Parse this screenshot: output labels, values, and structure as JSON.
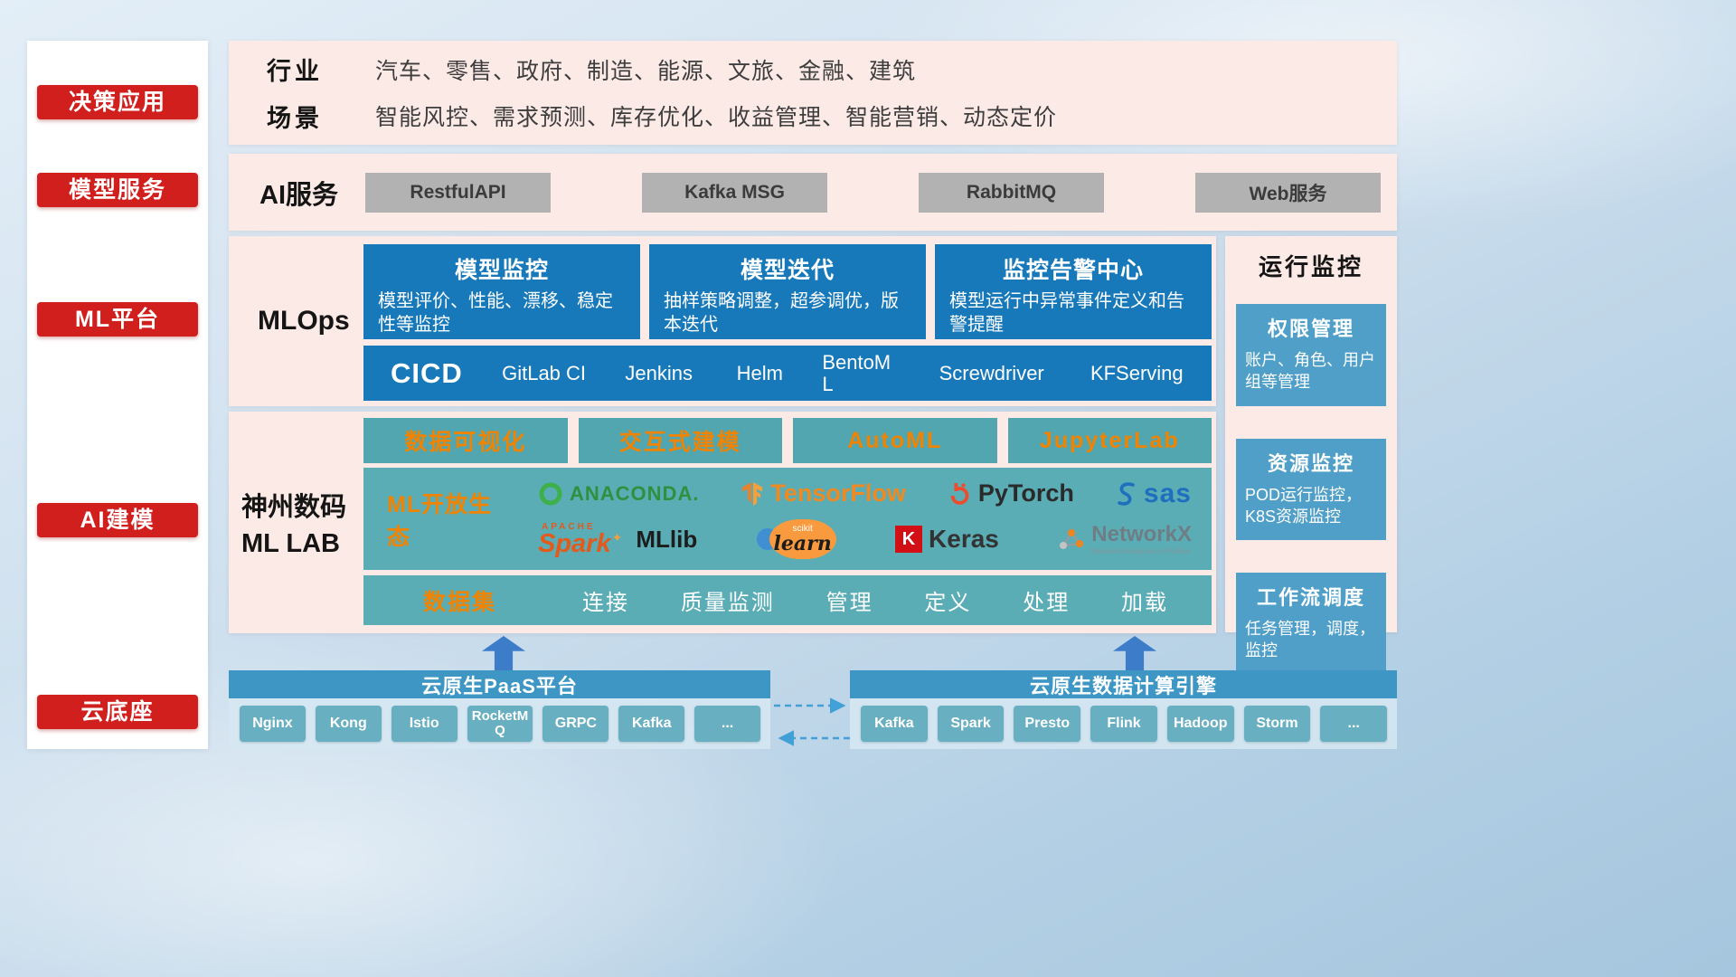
{
  "colors": {
    "accent_red": "#d01f1d",
    "panel_pink": "#fceae6",
    "deep_blue": "#1779b9",
    "teal": "#5aacb5",
    "orange": "#f08300",
    "banner_blue": "#3e96c4"
  },
  "sidebar": {
    "items": [
      {
        "label": "决策应用"
      },
      {
        "label": "模型服务"
      },
      {
        "label": "ML平台"
      },
      {
        "label": "AI建模"
      },
      {
        "label": "云底座"
      }
    ]
  },
  "overview": {
    "industry_label": "行业",
    "industry_text": "汽车、零售、政府、制造、能源、文旅、金融、建筑",
    "scene_label": "场景",
    "scene_text": "智能风控、需求预测、库存优化、收益管理、智能营销、动态定价"
  },
  "ai_service": {
    "label": "AI服务",
    "buttons": [
      "RestfulAPI",
      "Kafka MSG",
      "RabbitMQ",
      "Web服务"
    ]
  },
  "mlops": {
    "label": "MLOps",
    "cards": [
      {
        "title": "模型监控",
        "desc": "模型评价、性能、漂移、稳定性等监控"
      },
      {
        "title": "模型迭代",
        "desc": "抽样策略调整，超参调优，版本迭代"
      },
      {
        "title": "监控告警中心",
        "desc": "模型运行中异常事件定义和告警提醒"
      }
    ],
    "cicd_label": "CICD",
    "cicd_items": [
      "GitLab CI",
      "Jenkins",
      "Helm",
      "BentoML",
      "Screwdriver",
      "KFServing"
    ]
  },
  "monitoring": {
    "title": "运行监控",
    "cards": [
      {
        "title": "权限管理",
        "desc": "账户、角色、用户组等管理"
      },
      {
        "title": "资源监控",
        "desc": "POD运行监控，K8S资源监控"
      },
      {
        "title": "工作流调度",
        "desc": "任务管理，调度，监控"
      }
    ]
  },
  "mllab": {
    "label_line1": "神州数码",
    "label_line2": "ML LAB",
    "tools": [
      "数据可视化",
      "交互式建模",
      "AutoML",
      "JupyterLab"
    ],
    "ecosystem_label": "ML开放生态",
    "logos": {
      "anaconda": "ANACONDA.",
      "tensorflow": "TensorFlow",
      "pytorch": "PyTorch",
      "sas": "sas",
      "spark_small": "APACHE",
      "spark": "Spark",
      "mllib": "MLlib",
      "scikit_small": "scikit",
      "scikit": "learn",
      "keras_k": "K",
      "keras": "Keras",
      "networkx": "NetworkX",
      "networkx_sub": "Network Analysis in Python"
    },
    "dataset_label": "数据集",
    "dataset_items": [
      "连接",
      "质量监测",
      "管理",
      "定义",
      "处理",
      "加载"
    ]
  },
  "foundation": {
    "paas": {
      "title": "云原生PaaS平台",
      "items": [
        "Nginx",
        "Kong",
        "Istio",
        "RocketMQ",
        "GRPC",
        "Kafka",
        "..."
      ]
    },
    "engine": {
      "title": "云原生数据计算引擎",
      "items": [
        "Kafka",
        "Spark",
        "Presto",
        "Flink",
        "Hadoop",
        "Storm",
        "..."
      ]
    }
  }
}
